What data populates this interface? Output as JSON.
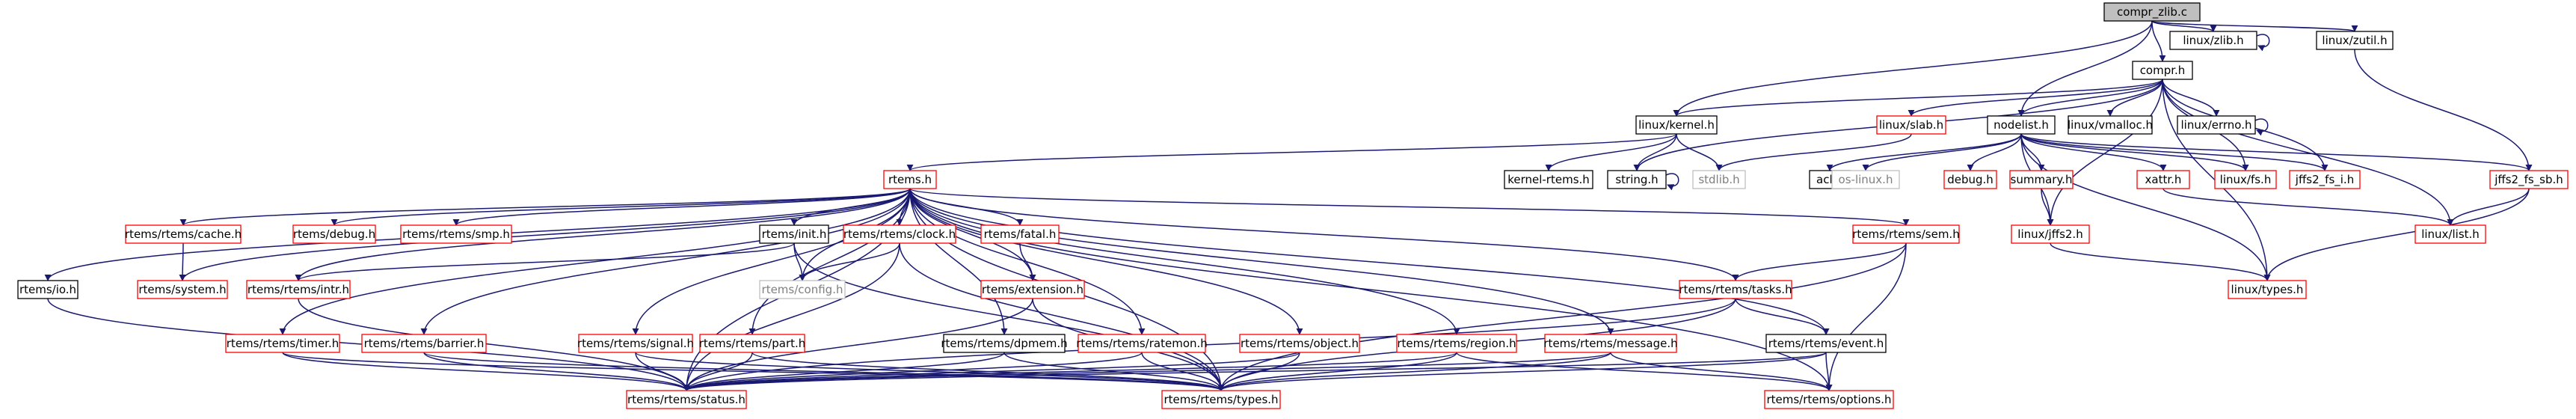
{
  "graph": {
    "kind": "include-dependency-graph",
    "edge_color": "#191970",
    "border_colors": {
      "root": "#000000",
      "normal": "#000000",
      "incomplete": "#ff0000",
      "missing": "#bfbfbf"
    },
    "fill_colors": {
      "root": "#bfbfbf",
      "default": "#ffffff"
    },
    "text_colors": {
      "default": "#000000",
      "missing": "#7f7f7f"
    },
    "nodes": [
      {
        "id": "compr_zlib_c",
        "label": "compr_zlib.c",
        "style": "root"
      },
      {
        "id": "linux_zlib_h",
        "label": "linux/zlib.h",
        "style": "normal"
      },
      {
        "id": "linux_zutil_h",
        "label": "linux/zutil.h",
        "style": "normal"
      },
      {
        "id": "compr_h",
        "label": "compr.h",
        "style": "normal"
      },
      {
        "id": "linux_kernel_h",
        "label": "linux/kernel.h",
        "style": "normal"
      },
      {
        "id": "linux_slab_h",
        "label": "linux/slab.h",
        "style": "incomplete"
      },
      {
        "id": "nodelist_h",
        "label": "nodelist.h",
        "style": "normal"
      },
      {
        "id": "linux_vmalloc_h",
        "label": "linux/vmalloc.h",
        "style": "normal"
      },
      {
        "id": "linux_errno_h",
        "label": "linux/errno.h",
        "style": "normal"
      },
      {
        "id": "kernel_rtems_h",
        "label": "kernel-rtems.h",
        "style": "normal"
      },
      {
        "id": "string_h",
        "label": "string.h",
        "style": "normal"
      },
      {
        "id": "stdlib_h",
        "label": "stdlib.h",
        "style": "missing"
      },
      {
        "id": "acl_h",
        "label": "acl.h",
        "style": "normal"
      },
      {
        "id": "os_linux_h",
        "label": "os-linux.h",
        "style": "missing"
      },
      {
        "id": "debug_h",
        "label": "debug.h",
        "style": "incomplete"
      },
      {
        "id": "summary_h",
        "label": "summary.h",
        "style": "incomplete"
      },
      {
        "id": "xattr_h",
        "label": "xattr.h",
        "style": "incomplete"
      },
      {
        "id": "linux_fs_h",
        "label": "linux/fs.h",
        "style": "incomplete"
      },
      {
        "id": "jffs2_fs_i_h",
        "label": "jffs2_fs_i.h",
        "style": "incomplete"
      },
      {
        "id": "jffs2_fs_sb_h",
        "label": "jffs2_fs_sb.h",
        "style": "incomplete"
      },
      {
        "id": "linux_list_h",
        "label": "linux/list.h",
        "style": "incomplete"
      },
      {
        "id": "linux_jffs2_h",
        "label": "linux/jffs2.h",
        "style": "incomplete"
      },
      {
        "id": "linux_types_h",
        "label": "linux/types.h",
        "style": "incomplete"
      },
      {
        "id": "rtems_h",
        "label": "rtems.h",
        "style": "incomplete"
      },
      {
        "id": "rtems_io_h",
        "label": "rtems/io.h",
        "style": "normal"
      },
      {
        "id": "rtems_rtems_cache_h",
        "label": "rtems/rtems/cache.h",
        "style": "incomplete"
      },
      {
        "id": "rtems_debug_h",
        "label": "rtems/debug.h",
        "style": "incomplete"
      },
      {
        "id": "rtems_rtems_smp_h",
        "label": "rtems/rtems/smp.h",
        "style": "incomplete"
      },
      {
        "id": "rtems_init_h",
        "label": "rtems/init.h",
        "style": "normal"
      },
      {
        "id": "rtems_rtems_clock_h",
        "label": "rtems/rtems/clock.h",
        "style": "incomplete"
      },
      {
        "id": "rtems_fatal_h",
        "label": "rtems/fatal.h",
        "style": "incomplete"
      },
      {
        "id": "rtems_rtems_sem_h",
        "label": "rtems/rtems/sem.h",
        "style": "incomplete"
      },
      {
        "id": "rtems_system_h",
        "label": "rtems/system.h",
        "style": "incomplete"
      },
      {
        "id": "rtems_rtems_intr_h",
        "label": "rtems/rtems/intr.h",
        "style": "incomplete"
      },
      {
        "id": "rtems_config_h",
        "label": "rtems/config.h",
        "style": "missing"
      },
      {
        "id": "rtems_extension_h",
        "label": "rtems/extension.h",
        "style": "incomplete"
      },
      {
        "id": "rtems_rtems_tasks_h",
        "label": "rtems/rtems/tasks.h",
        "style": "incomplete"
      },
      {
        "id": "rtems_rtems_timer_h",
        "label": "rtems/rtems/timer.h",
        "style": "incomplete"
      },
      {
        "id": "rtems_rtems_barrier_h",
        "label": "rtems/rtems/barrier.h",
        "style": "incomplete"
      },
      {
        "id": "rtems_rtems_signal_h",
        "label": "rtems/rtems/signal.h",
        "style": "incomplete"
      },
      {
        "id": "rtems_rtems_part_h",
        "label": "rtems/rtems/part.h",
        "style": "incomplete"
      },
      {
        "id": "rtems_rtems_dpmem_h",
        "label": "rtems/rtems/dpmem.h",
        "style": "normal"
      },
      {
        "id": "rtems_rtems_ratemon_h",
        "label": "rtems/rtems/ratemon.h",
        "style": "incomplete"
      },
      {
        "id": "rtems_rtems_object_h",
        "label": "rtems/rtems/object.h",
        "style": "incomplete"
      },
      {
        "id": "rtems_rtems_region_h",
        "label": "rtems/rtems/region.h",
        "style": "incomplete"
      },
      {
        "id": "rtems_rtems_message_h",
        "label": "rtems/rtems/message.h",
        "style": "incomplete"
      },
      {
        "id": "rtems_rtems_event_h",
        "label": "rtems/rtems/event.h",
        "style": "normal"
      },
      {
        "id": "rtems_rtems_status_h",
        "label": "rtems/rtems/status.h",
        "style": "incomplete"
      },
      {
        "id": "rtems_rtems_types_h",
        "label": "rtems/rtems/types.h",
        "style": "incomplete"
      },
      {
        "id": "rtems_rtems_options_h",
        "label": "rtems/rtems/options.h",
        "style": "incomplete"
      }
    ],
    "edges": [
      [
        "compr_zlib_c",
        "linux_zlib_h"
      ],
      [
        "compr_zlib_c",
        "linux_zutil_h"
      ],
      [
        "compr_zlib_c",
        "compr_h"
      ],
      [
        "compr_zlib_c",
        "linux_kernel_h"
      ],
      [
        "compr_zlib_c",
        "nodelist_h"
      ],
      [
        "linux_zlib_h",
        "linux_zlib_h"
      ],
      [
        "linux_zutil_h",
        "jffs2_fs_sb_h"
      ],
      [
        "compr_h",
        "linux_kernel_h"
      ],
      [
        "compr_h",
        "linux_slab_h"
      ],
      [
        "compr_h",
        "nodelist_h"
      ],
      [
        "compr_h",
        "linux_vmalloc_h"
      ],
      [
        "compr_h",
        "linux_errno_h"
      ],
      [
        "compr_h",
        "string_h"
      ],
      [
        "compr_h",
        "linux_fs_h"
      ],
      [
        "compr_h",
        "jffs2_fs_i_h"
      ],
      [
        "compr_h",
        "linux_list_h"
      ],
      [
        "compr_h",
        "linux_jffs2_h"
      ],
      [
        "compr_h",
        "linux_types_h"
      ],
      [
        "linux_errno_h",
        "linux_errno_h"
      ],
      [
        "string_h",
        "string_h"
      ],
      [
        "linux_kernel_h",
        "kernel_rtems_h"
      ],
      [
        "linux_kernel_h",
        "string_h"
      ],
      [
        "linux_kernel_h",
        "stdlib_h"
      ],
      [
        "linux_kernel_h",
        "rtems_h"
      ],
      [
        "linux_slab_h",
        "stdlib_h"
      ],
      [
        "nodelist_h",
        "acl_h"
      ],
      [
        "nodelist_h",
        "os_linux_h"
      ],
      [
        "nodelist_h",
        "debug_h"
      ],
      [
        "nodelist_h",
        "summary_h"
      ],
      [
        "nodelist_h",
        "xattr_h"
      ],
      [
        "nodelist_h",
        "linux_fs_h"
      ],
      [
        "nodelist_h",
        "jffs2_fs_i_h"
      ],
      [
        "nodelist_h",
        "jffs2_fs_sb_h"
      ],
      [
        "nodelist_h",
        "linux_jffs2_h"
      ],
      [
        "nodelist_h",
        "linux_types_h"
      ],
      [
        "summary_h",
        "linux_jffs2_h"
      ],
      [
        "xattr_h",
        "linux_list_h"
      ],
      [
        "jffs2_fs_sb_h",
        "linux_list_h"
      ],
      [
        "jffs2_fs_sb_h",
        "linux_types_h"
      ],
      [
        "linux_jffs2_h",
        "linux_types_h"
      ],
      [
        "rtems_h",
        "rtems_io_h"
      ],
      [
        "rtems_h",
        "rtems_rtems_cache_h"
      ],
      [
        "rtems_h",
        "rtems_debug_h"
      ],
      [
        "rtems_h",
        "rtems_rtems_smp_h"
      ],
      [
        "rtems_h",
        "rtems_init_h"
      ],
      [
        "rtems_h",
        "rtems_rtems_clock_h"
      ],
      [
        "rtems_h",
        "rtems_fatal_h"
      ],
      [
        "rtems_h",
        "rtems_rtems_sem_h"
      ],
      [
        "rtems_h",
        "rtems_system_h"
      ],
      [
        "rtems_h",
        "rtems_rtems_intr_h"
      ],
      [
        "rtems_h",
        "rtems_config_h"
      ],
      [
        "rtems_h",
        "rtems_extension_h"
      ],
      [
        "rtems_h",
        "rtems_rtems_tasks_h"
      ],
      [
        "rtems_h",
        "rtems_rtems_timer_h"
      ],
      [
        "rtems_h",
        "rtems_rtems_barrier_h"
      ],
      [
        "rtems_h",
        "rtems_rtems_signal_h"
      ],
      [
        "rtems_h",
        "rtems_rtems_part_h"
      ],
      [
        "rtems_h",
        "rtems_rtems_dpmem_h"
      ],
      [
        "rtems_h",
        "rtems_rtems_ratemon_h"
      ],
      [
        "rtems_h",
        "rtems_rtems_object_h"
      ],
      [
        "rtems_h",
        "rtems_rtems_region_h"
      ],
      [
        "rtems_h",
        "rtems_rtems_message_h"
      ],
      [
        "rtems_h",
        "rtems_rtems_event_h"
      ],
      [
        "rtems_h",
        "rtems_rtems_status_h"
      ],
      [
        "rtems_h",
        "rtems_rtems_types_h"
      ],
      [
        "rtems_h",
        "rtems_rtems_options_h"
      ],
      [
        "rtems_io_h",
        "rtems_rtems_status_h"
      ],
      [
        "rtems_rtems_cache_h",
        "rtems_system_h"
      ],
      [
        "rtems_init_h",
        "rtems_rtems_intr_h"
      ],
      [
        "rtems_init_h",
        "rtems_config_h"
      ],
      [
        "rtems_init_h",
        "rtems_rtems_types_h"
      ],
      [
        "rtems_rtems_clock_h",
        "rtems_config_h"
      ],
      [
        "rtems_rtems_clock_h",
        "rtems_rtems_status_h"
      ],
      [
        "rtems_rtems_clock_h",
        "rtems_rtems_types_h"
      ],
      [
        "rtems_fatal_h",
        "rtems_extension_h"
      ],
      [
        "rtems_extension_h",
        "rtems_rtems_status_h"
      ],
      [
        "rtems_extension_h",
        "rtems_rtems_types_h"
      ],
      [
        "rtems_rtems_intr_h",
        "rtems_rtems_status_h"
      ],
      [
        "rtems_rtems_sem_h",
        "rtems_rtems_tasks_h"
      ],
      [
        "rtems_rtems_sem_h",
        "rtems_rtems_types_h"
      ],
      [
        "rtems_rtems_sem_h",
        "rtems_rtems_options_h"
      ],
      [
        "rtems_rtems_tasks_h",
        "rtems_rtems_event_h"
      ],
      [
        "rtems_rtems_tasks_h",
        "rtems_rtems_status_h"
      ],
      [
        "rtems_rtems_tasks_h",
        "rtems_rtems_types_h"
      ],
      [
        "rtems_rtems_event_h",
        "rtems_rtems_types_h"
      ],
      [
        "rtems_rtems_event_h",
        "rtems_rtems_options_h"
      ],
      [
        "rtems_rtems_event_h",
        "rtems_rtems_status_h"
      ],
      [
        "rtems_rtems_timer_h",
        "rtems_rtems_status_h"
      ],
      [
        "rtems_rtems_timer_h",
        "rtems_rtems_types_h"
      ],
      [
        "rtems_rtems_barrier_h",
        "rtems_rtems_status_h"
      ],
      [
        "rtems_rtems_barrier_h",
        "rtems_rtems_types_h"
      ],
      [
        "rtems_rtems_signal_h",
        "rtems_rtems_status_h"
      ],
      [
        "rtems_rtems_signal_h",
        "rtems_rtems_types_h"
      ],
      [
        "rtems_rtems_part_h",
        "rtems_rtems_status_h"
      ],
      [
        "rtems_rtems_part_h",
        "rtems_rtems_types_h"
      ],
      [
        "rtems_rtems_dpmem_h",
        "rtems_rtems_status_h"
      ],
      [
        "rtems_rtems_dpmem_h",
        "rtems_rtems_types_h"
      ],
      [
        "rtems_rtems_ratemon_h",
        "rtems_rtems_status_h"
      ],
      [
        "rtems_rtems_ratemon_h",
        "rtems_rtems_types_h"
      ],
      [
        "rtems_rtems_object_h",
        "rtems_rtems_status_h"
      ],
      [
        "rtems_rtems_object_h",
        "rtems_rtems_types_h"
      ],
      [
        "rtems_rtems_region_h",
        "rtems_rtems_status_h"
      ],
      [
        "rtems_rtems_region_h",
        "rtems_rtems_types_h"
      ],
      [
        "rtems_rtems_region_h",
        "rtems_rtems_options_h"
      ],
      [
        "rtems_rtems_message_h",
        "rtems_rtems_status_h"
      ],
      [
        "rtems_rtems_message_h",
        "rtems_rtems_types_h"
      ],
      [
        "rtems_rtems_message_h",
        "rtems_rtems_options_h"
      ]
    ]
  }
}
